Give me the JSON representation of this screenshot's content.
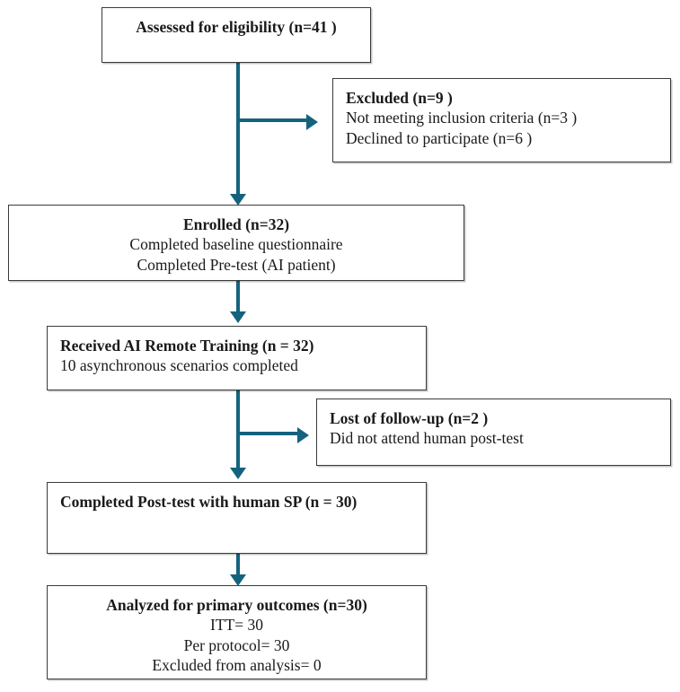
{
  "diagram": {
    "title": "CONSORT participant flow diagram",
    "accent_color": "#15627f",
    "box_border_color": "#3b3b3b",
    "background_color": "#ffffff",
    "nodes": {
      "assessed": {
        "lines": [
          {
            "text": "Assessed for eligibility (n=41 )",
            "bold": true
          }
        ]
      },
      "excluded": {
        "lines": [
          {
            "text": "Excluded (n=9 )",
            "bold": true
          },
          {
            "text": "Not meeting inclusion criteria (n=3 )",
            "bold": false
          },
          {
            "text": "Declined to participate (n=6 )",
            "bold": false
          }
        ]
      },
      "enrolled": {
        "lines": [
          {
            "text": "Enrolled (n=32)",
            "bold": true
          },
          {
            "text": "Completed baseline questionnaire",
            "bold": false
          },
          {
            "text": "Completed Pre-test (AI patient)",
            "bold": false
          }
        ]
      },
      "training": {
        "lines": [
          {
            "text": "Received AI Remote Training (n = 32)",
            "bold": true
          },
          {
            "text": "10 asynchronous scenarios completed",
            "bold": false
          }
        ]
      },
      "lost": {
        "lines": [
          {
            "text": "Lost of follow-up (n=2 )",
            "bold": true
          },
          {
            "text": "Did not attend human post-test",
            "bold": false
          }
        ]
      },
      "posttest": {
        "lines": [
          {
            "text": "Completed Post-test with human SP (n = 30)",
            "bold": true
          }
        ]
      },
      "analyzed": {
        "lines": [
          {
            "text": "Analyzed for primary outcomes (n=30)",
            "bold": true
          },
          {
            "text": "ITT= 30",
            "bold": false
          },
          {
            "text": "Per protocol= 30",
            "bold": false
          },
          {
            "text": "Excluded from analysis= 0",
            "bold": false
          }
        ]
      }
    }
  }
}
